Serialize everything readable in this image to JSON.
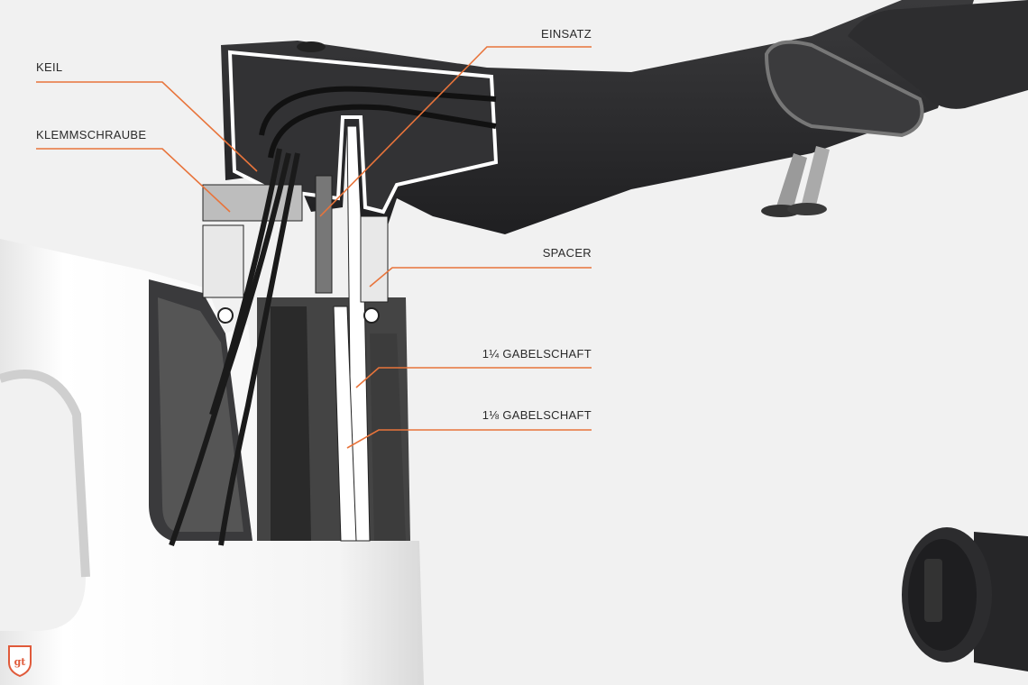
{
  "labels": {
    "keil": "KEIL",
    "klemmschraube": "KLEMMSCHRAUBE",
    "einsatz": "EINSATZ",
    "spacer": "SPACER",
    "gabelschaft_114": "1¼ GABELSCHAFT",
    "gabelschaft_118": "1⅛ GABELSCHAFT"
  },
  "logo": {
    "text": "gt"
  },
  "colors": {
    "accent": "#e8743b",
    "background": "#f1f1f1",
    "dark": "#2b2b2d",
    "frame": "#ffffff"
  }
}
